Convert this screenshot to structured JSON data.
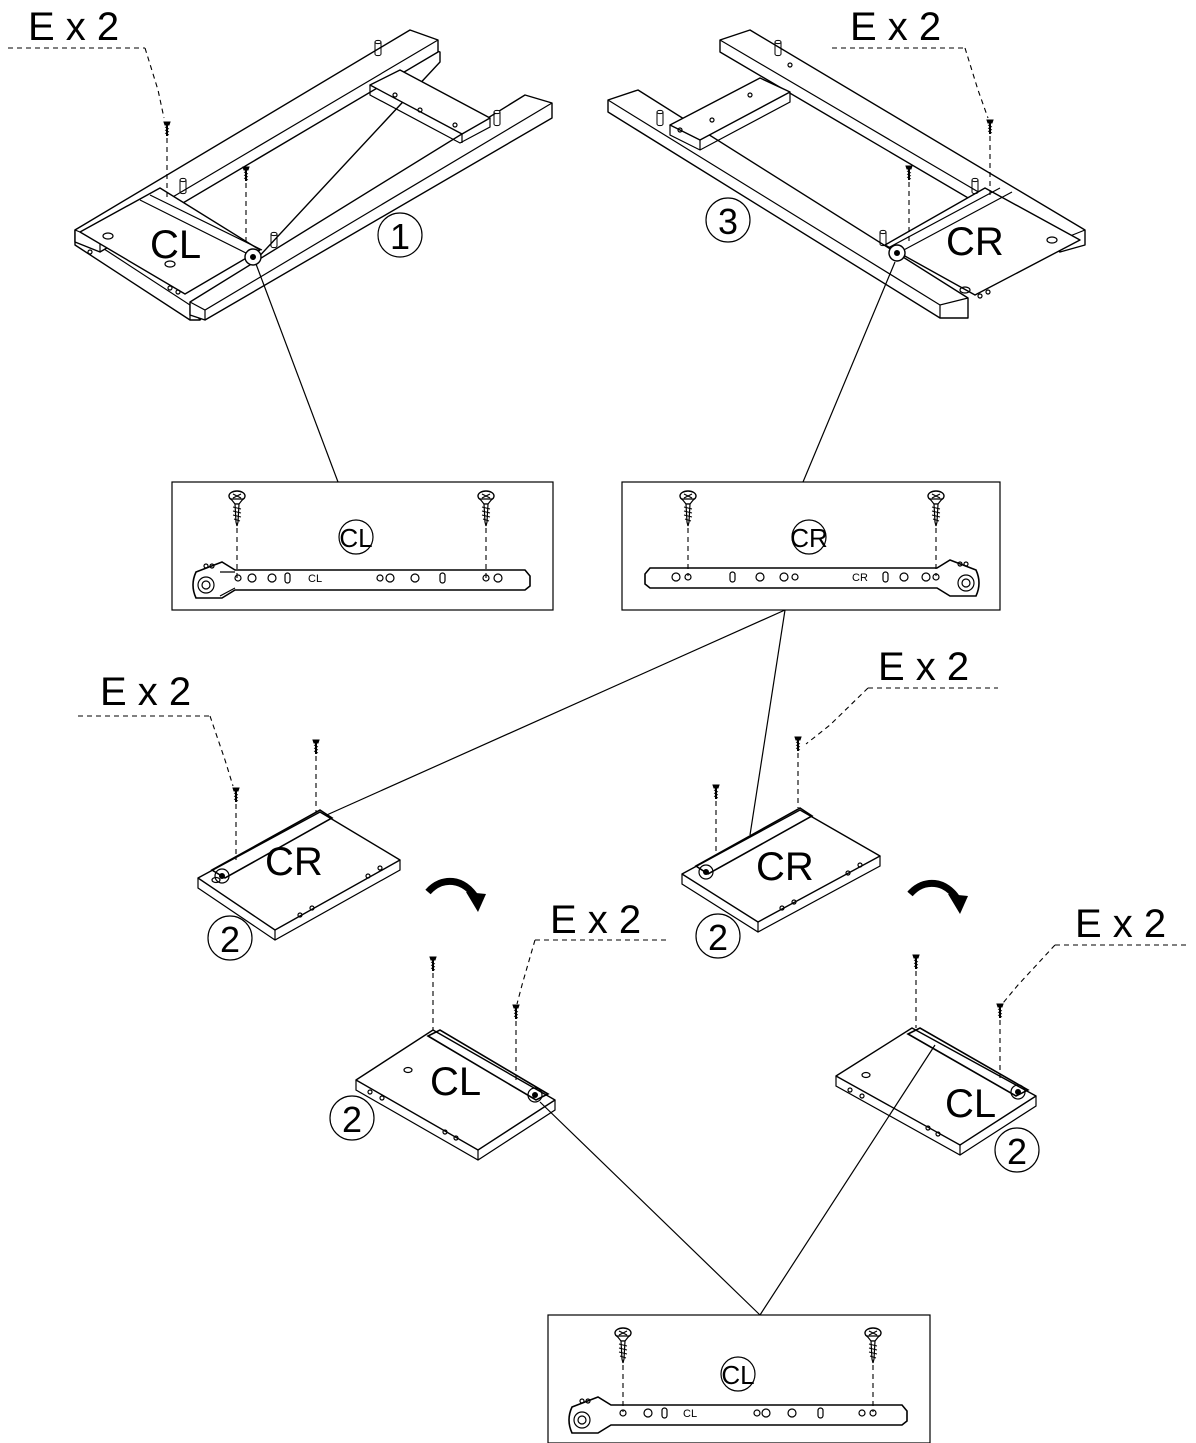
{
  "colors": {
    "ink": "#000000",
    "paper": "#ffffff"
  },
  "labels": {
    "qty_top_left": "E x 2",
    "qty_top_right": "E x 2",
    "qty_mid_left": "E x 2",
    "qty_mid_right": "E x 2",
    "qty_low_center": "E x 2",
    "qty_low_right": "E x 2",
    "frame_left_rail": "CL",
    "frame_right_rail": "CR",
    "panel_a_rail": "CR",
    "panel_b_rail": "CR",
    "panel_c_rail": "CL",
    "panel_d_rail": "CL",
    "step_frame_left": "1",
    "step_frame_right": "3",
    "step_panel_a": "2",
    "step_panel_b": "2",
    "step_panel_c": "2",
    "step_panel_d": "2"
  },
  "details": {
    "cl_top": {
      "badge": "CL",
      "rail_text": "CL"
    },
    "cr_top": {
      "badge": "CR",
      "rail_text": "CR"
    },
    "cl_bottom": {
      "badge": "CL",
      "rail_text": "CL"
    }
  },
  "icons": [
    "screw-icon",
    "wood-dowel-icon",
    "drawer-slide-icon",
    "rotate-arrow-icon"
  ]
}
